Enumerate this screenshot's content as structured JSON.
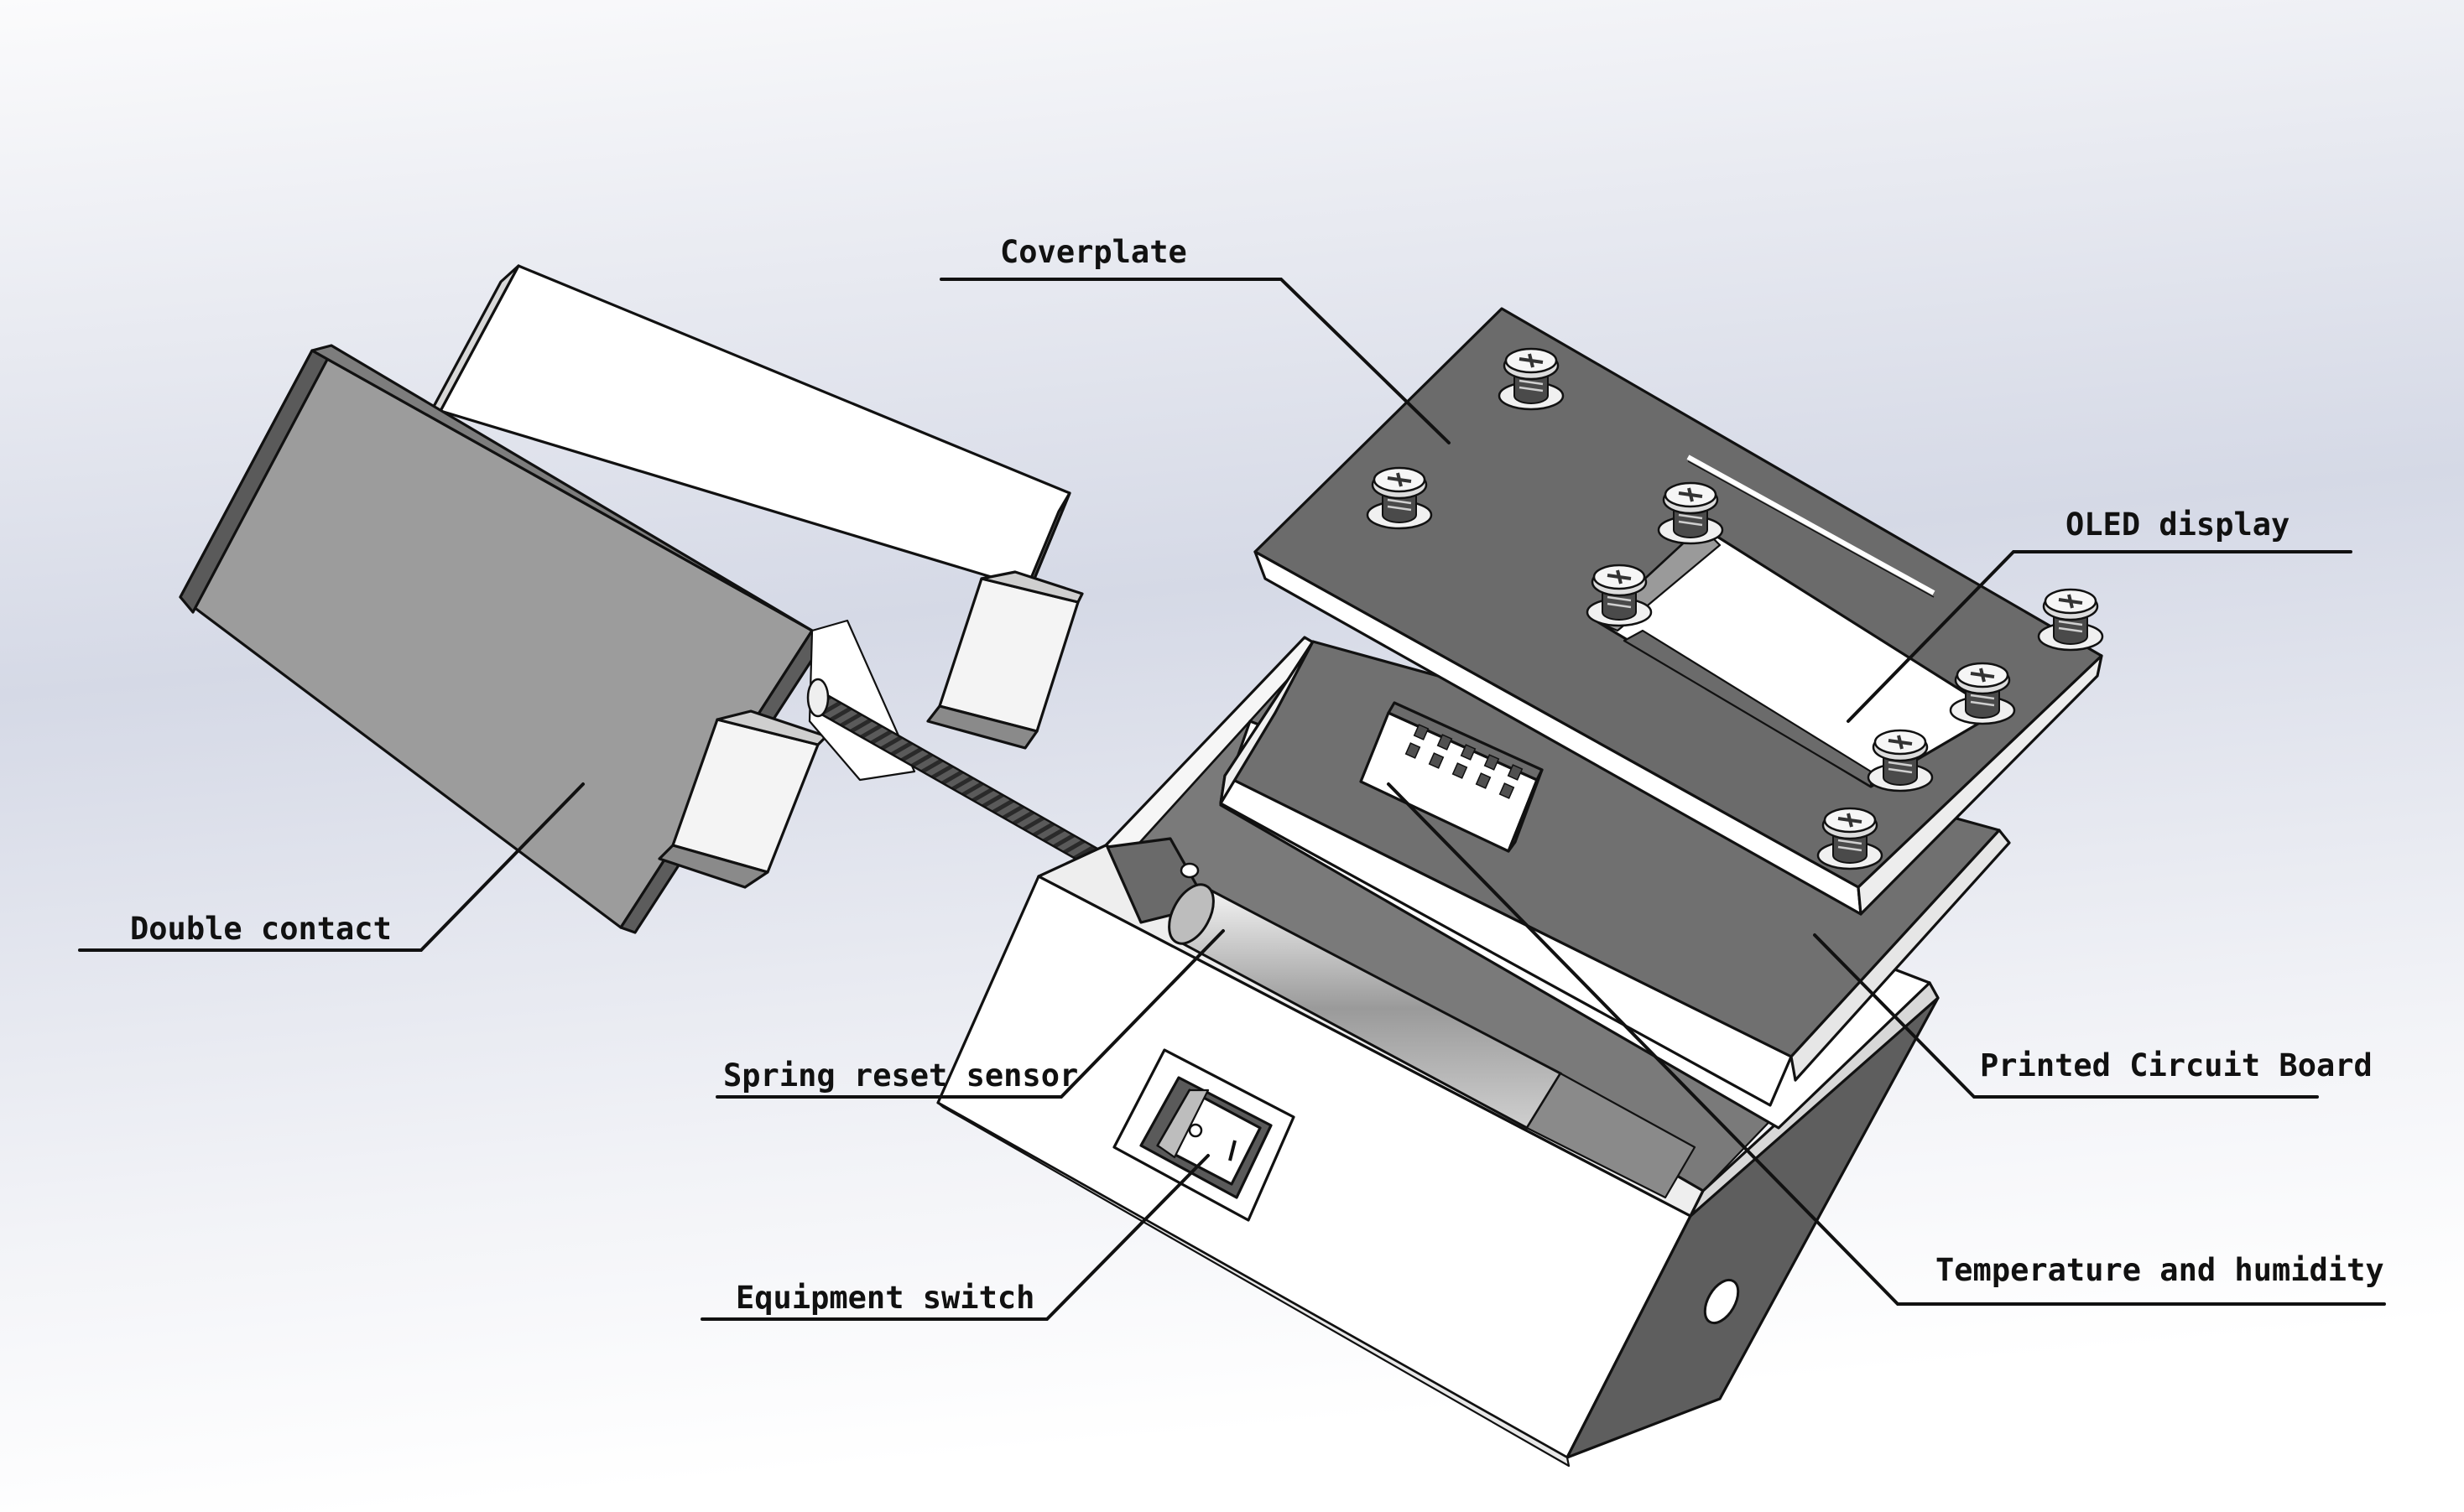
{
  "labels": {
    "coverplate": "Coverplate",
    "oled_display": "OLED display",
    "double_contact": "Double contact",
    "printed_circuit_board": "Printed Circuit Board",
    "spring_reset_sensor": "Spring reset sensor",
    "equipment_switch": "Equipment switch",
    "temperature_humidity": "Temperature and humidity"
  },
  "colors": {
    "background_top": "#f8f9fb",
    "background_mid": "#d7dbe7",
    "background_bottom": "#ffffff",
    "dark_face": "#6b6b6b",
    "mid_face": "#8a8a8a",
    "light_face": "#ffffff",
    "outline": "#111111"
  }
}
